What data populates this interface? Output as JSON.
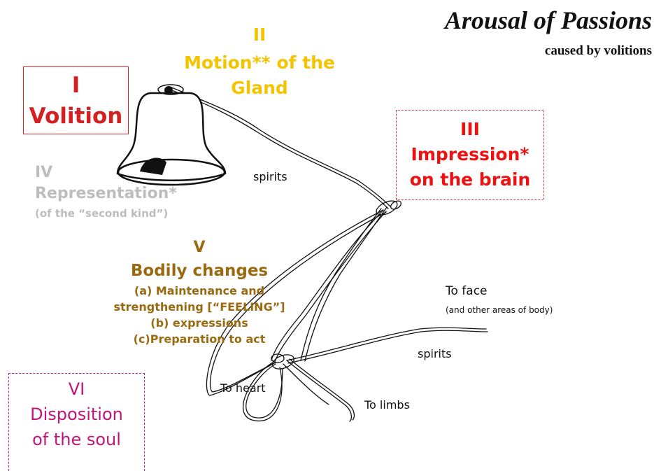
{
  "title": "Arousal of Passions",
  "subtitle": "caused by volitions",
  "colors": {
    "volition": "#d42020",
    "motion": "#f5c400",
    "impression": "#ee1111",
    "representation": "#bdbdbd",
    "bodily": "#9a6a10",
    "disposition": "#c0157a",
    "ink": "#111111"
  },
  "labels": {
    "volition": {
      "numeral": "I",
      "text": "Volition"
    },
    "motion": {
      "numeral": "II",
      "line1": "Motion** of the",
      "line2": "Gland"
    },
    "impression": {
      "numeral": "III",
      "line1": "Impression*",
      "line2": "on the brain"
    },
    "representation": {
      "numeral": "IV",
      "line1": "Representation*",
      "line2": "(of the “second kind”)"
    },
    "bodily": {
      "numeral": "V",
      "heading": "Bodily changes",
      "items": [
        "(a) Maintenance and",
        "strengthening [“FEELING”]",
        "(b) expressions",
        "(c)Preparation to act"
      ]
    },
    "disposition": {
      "numeral": "VI",
      "line1": "Disposition",
      "line2": "of the soul"
    }
  },
  "annotations": {
    "spirits_top": "spirits",
    "spirits_right": "spirits",
    "to_face": "To face",
    "to_face_sub": "(and other areas of body)",
    "to_heart": "To heart",
    "to_limbs": "To limbs"
  },
  "icons": [
    "bell-icon",
    "nerve-cord-drawing"
  ]
}
